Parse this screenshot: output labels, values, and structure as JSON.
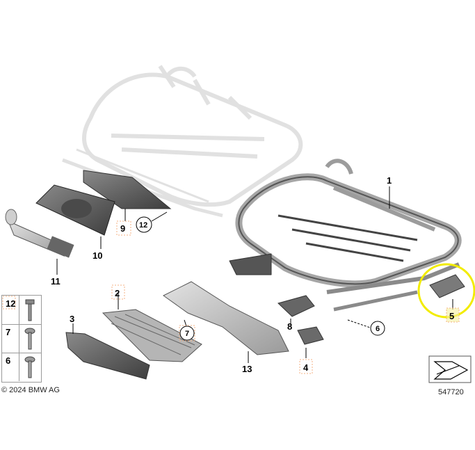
{
  "diagram": {
    "copyright": "© 2024 BMW AG",
    "diagram_id": "547720",
    "callouts": {
      "c1": "1",
      "c2": "2",
      "c3": "3",
      "c4": "4",
      "c5": "5",
      "c6": "6",
      "c7": "7",
      "c8": "8",
      "c9": "9",
      "c10": "10",
      "c11": "11",
      "c12": "12",
      "c13": "13"
    },
    "fasteners": [
      "12",
      "7",
      "6"
    ],
    "highlight_color": "#f2ec00",
    "label_box_color": "#f4b183"
  }
}
